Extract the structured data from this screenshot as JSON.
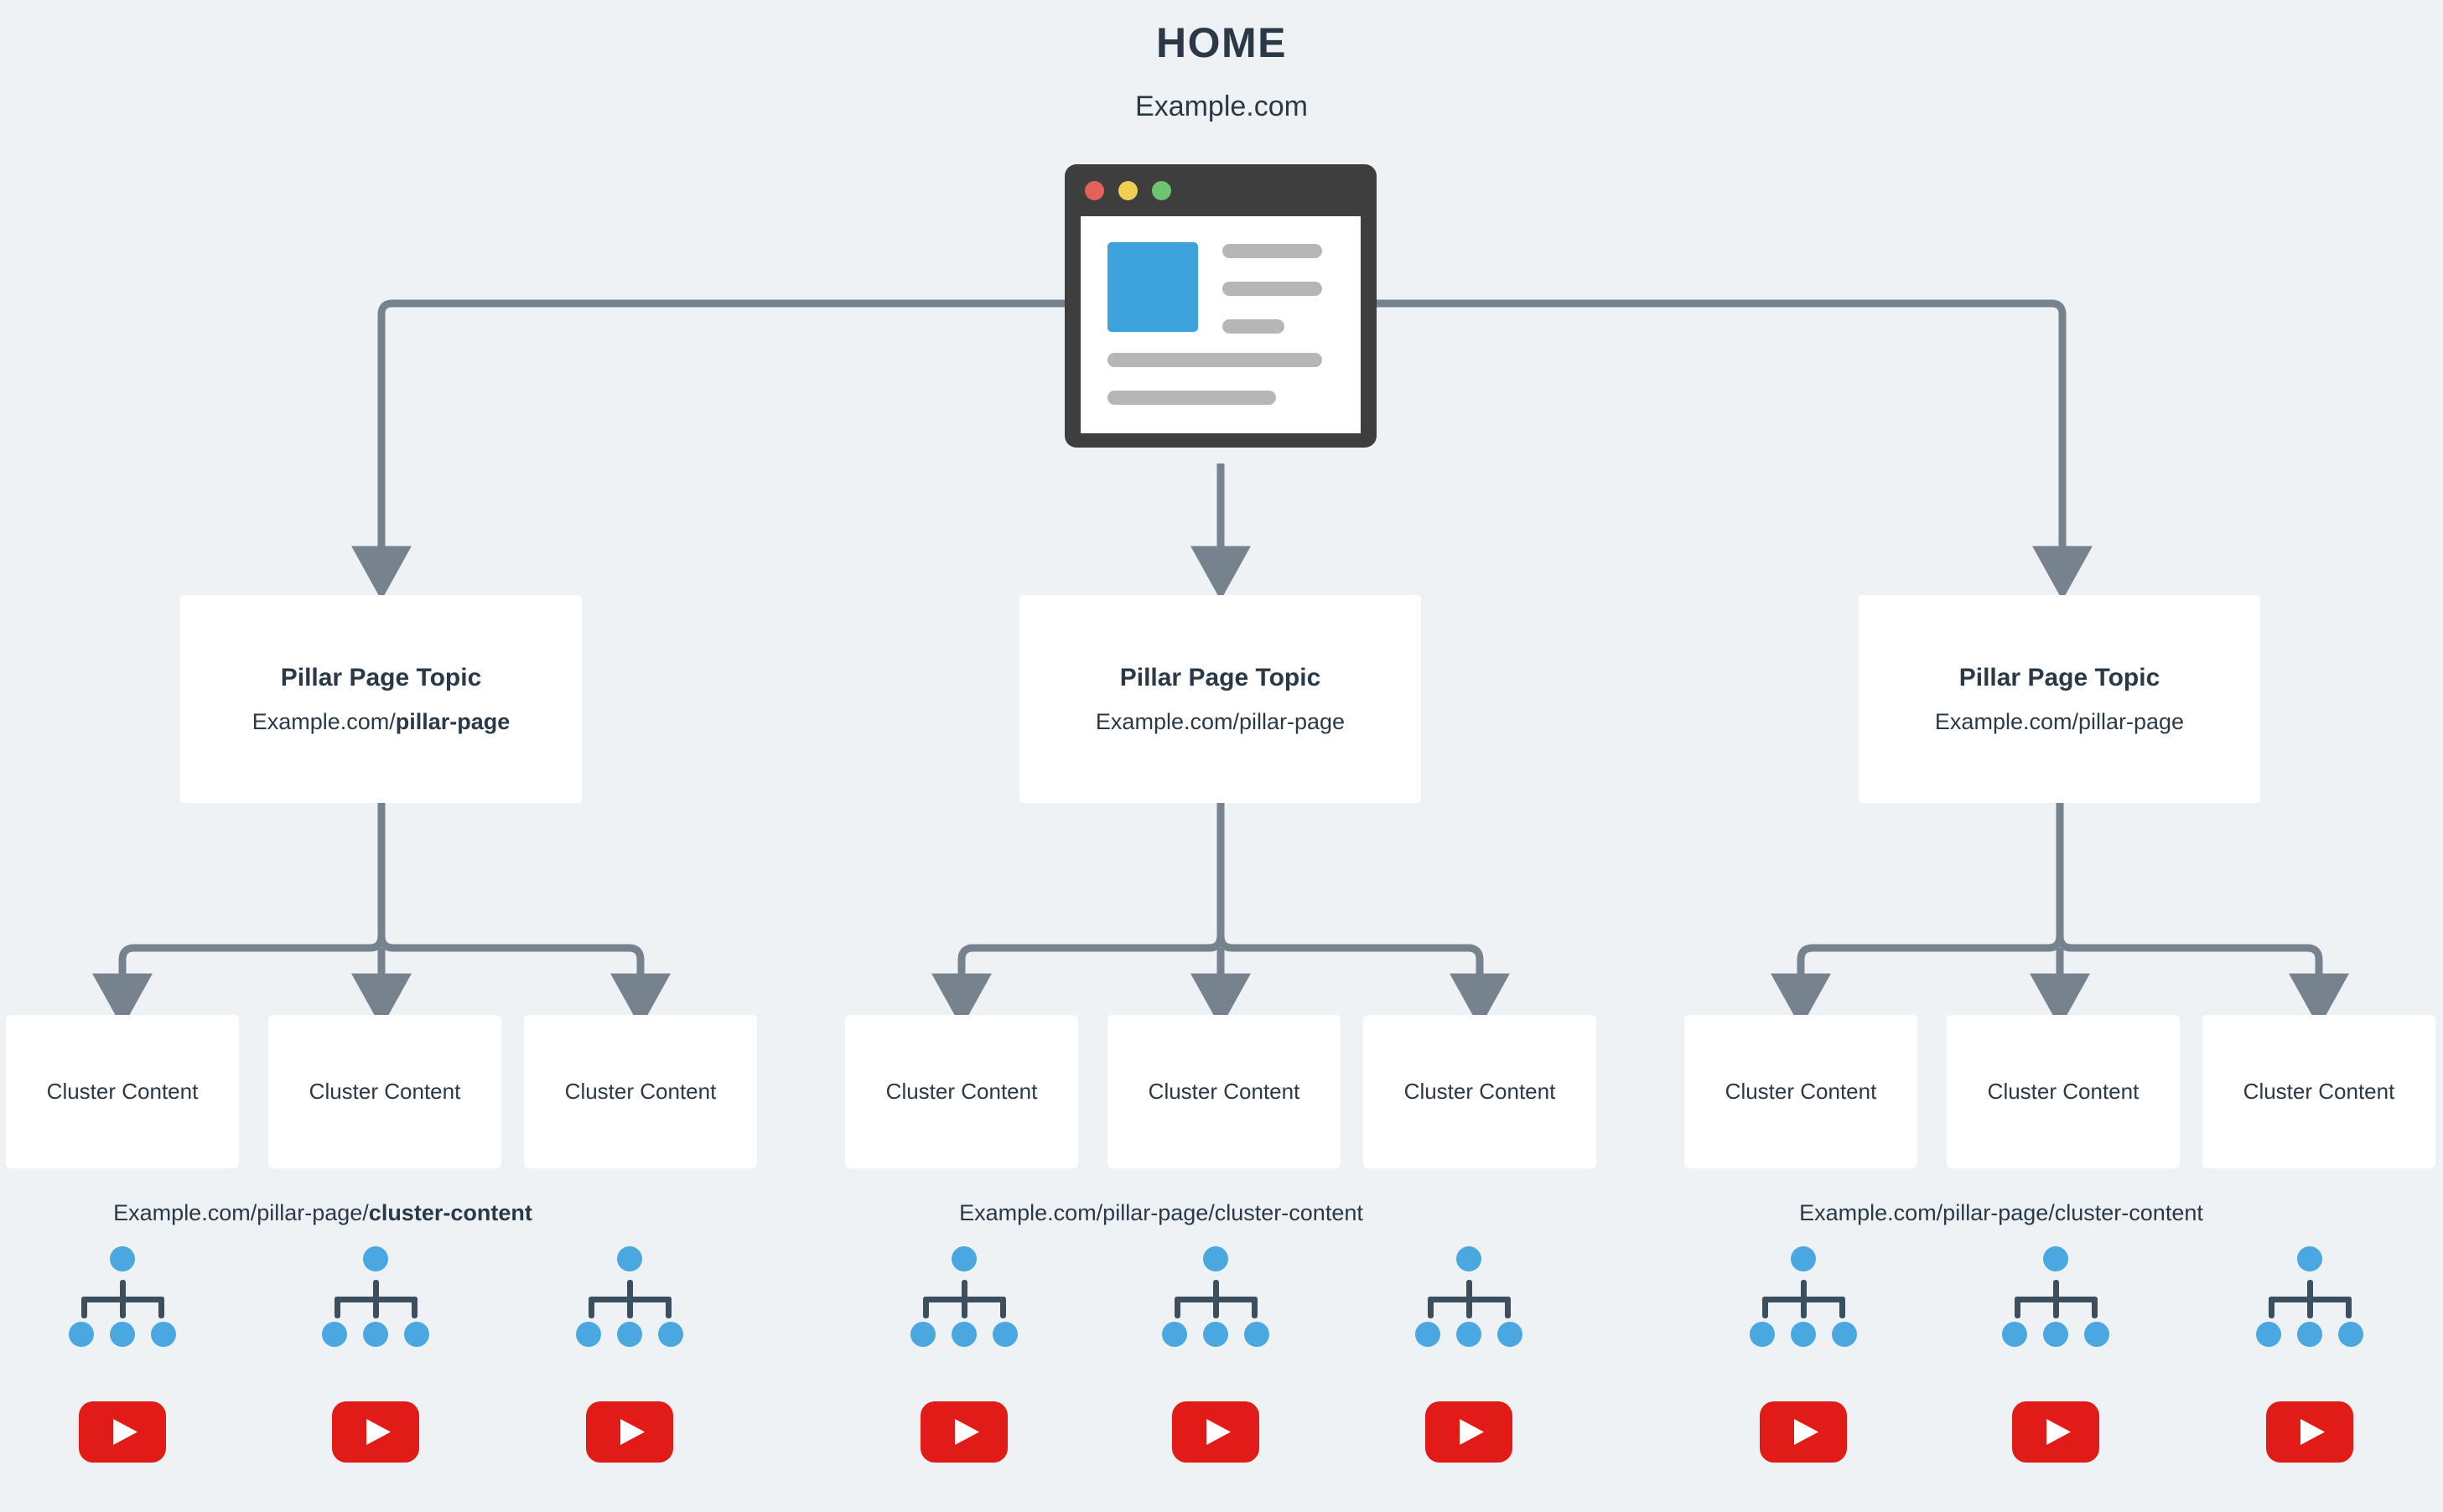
{
  "header": {
    "title": "HOME",
    "subtitle": "Example.com"
  },
  "browser_mockup": {
    "name": "home-page-browser-window",
    "traffic_lights": [
      "close-dot-red",
      "minimize-dot-yellow",
      "maximize-dot-green"
    ],
    "colors": {
      "frame": "#3e3e3e",
      "page": "#ffffff",
      "hero": "#3ea3dd",
      "text_line": "#b6b6b6",
      "dot_red": "#e2615b",
      "dot_yellow": "#efce55",
      "dot_green": "#6dc572"
    }
  },
  "pillars": [
    {
      "title": "Pillar Page Topic",
      "url_prefix": "Example.com/",
      "url_slug": "pillar-page",
      "slug_bold": true
    },
    {
      "title": "Pillar Page Topic",
      "url_prefix": "Example.com/",
      "url_slug": "pillar-page",
      "slug_bold": false
    },
    {
      "title": "Pillar Page Topic",
      "url_prefix": "Example.com/",
      "url_slug": "pillar-page",
      "slug_bold": false
    }
  ],
  "cluster_groups": [
    {
      "clusters": [
        {
          "label": "Cluster Content"
        },
        {
          "label": "Cluster Content"
        },
        {
          "label": "Cluster Content"
        }
      ],
      "caption_prefix": "Example.com/pillar-page/",
      "caption_slug": "cluster-content",
      "caption_slug_bold": true
    },
    {
      "clusters": [
        {
          "label": "Cluster Content"
        },
        {
          "label": "Cluster Content"
        },
        {
          "label": "Cluster Content"
        }
      ],
      "caption_prefix": "Example.com/pillar-page/",
      "caption_slug": "cluster-content",
      "caption_slug_bold": false
    },
    {
      "clusters": [
        {
          "label": "Cluster Content"
        },
        {
          "label": "Cluster Content"
        },
        {
          "label": "Cluster Content"
        }
      ],
      "caption_prefix": "Example.com/pillar-page/",
      "caption_slug": "cluster-content",
      "caption_slug_bold": false
    }
  ],
  "node_trees": {
    "count": 9,
    "icon_name": "sitemap-node-tree-icon",
    "parent_nodes": 1,
    "child_nodes": 3,
    "dot_color": "#4aa7e0",
    "connector_color": "#3b4f5e"
  },
  "video_icons": {
    "count": 9,
    "icon_name": "youtube-play-icon",
    "badge_color": "#e11b17",
    "glyph_color": "#ffffff"
  },
  "theme": {
    "background": "#eef2f5",
    "card_background": "#ffffff",
    "text_color": "#2b3947",
    "connector_color": "#76838f",
    "accent_blue": "#3ea3dd",
    "accent_red": "#e11b17"
  }
}
